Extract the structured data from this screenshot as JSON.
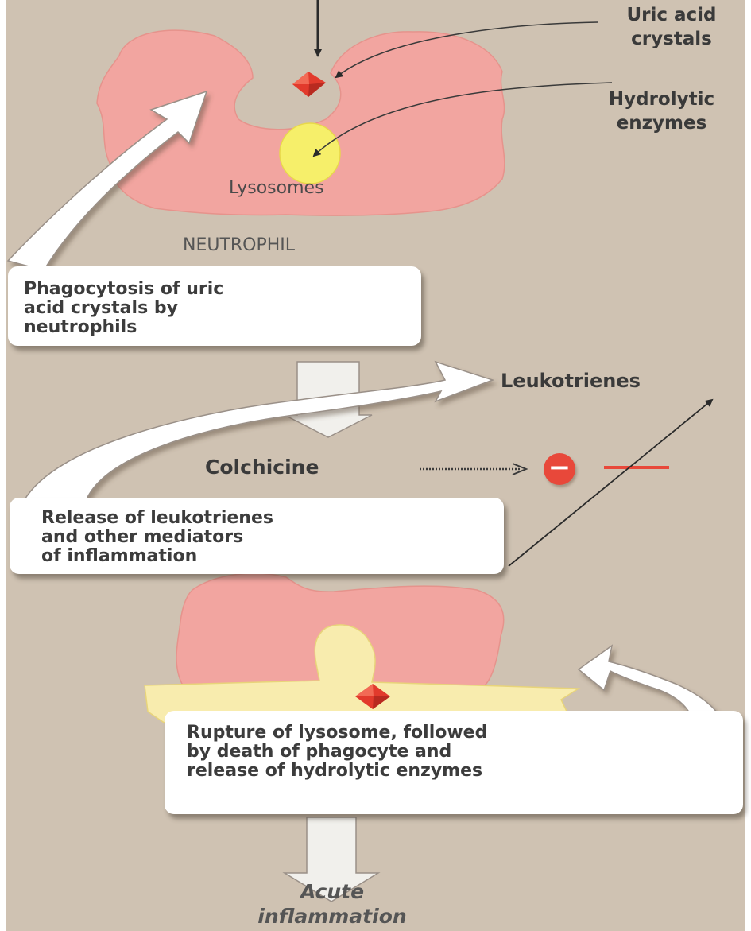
{
  "labels": {
    "uric_acid_crystals": "Uric acid\ncrystals",
    "hydrolytic_enzymes": "Hydrolytic\nenzymes",
    "lysosomes": "Lysosomes",
    "neutrophil": "NEUTROPHIL",
    "leukotrienes": "Leukotrienes",
    "colchicine": "Colchicine",
    "acute_inflammation": "Acute\ninflammation"
  },
  "callouts": {
    "phagocytosis": "Phagocytosis of uric\nacid crystals by\nneutrophils",
    "release": "Release of leukotrienes\nand other mediators\nof inflammation",
    "rupture": "Rupture of lysosome, followed\nby death of phagocyte and\nrelease of hydrolytic enzymes"
  },
  "symbols": {
    "inhibition": "−"
  },
  "colors": {
    "background": "#cfc2b2",
    "cell_pink": "#f2a5a0",
    "lysosome_yellow": "#f6ef6a",
    "ruptured_cell_yellow": "#f8ecae",
    "crystal_red": "#e23a2c",
    "inhibitor_red": "#e8483a"
  },
  "icons": [
    "uric-acid-crystal-icon",
    "inhibition-icon",
    "flow-arrow-icon"
  ]
}
